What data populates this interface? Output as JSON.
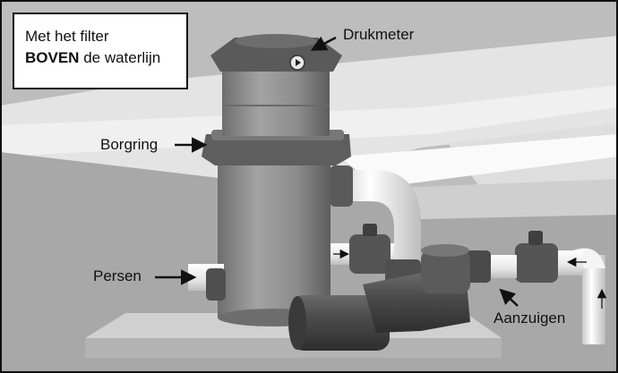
{
  "title_box": {
    "line1": "Met het filter",
    "line2_bold": "BOVEN",
    "line2_rest": " de waterlijn"
  },
  "labels": {
    "drukmeter": "Drukmeter",
    "borgring": "Borgring",
    "persen": "Persen",
    "aanzuigen": "Aanzuigen"
  },
  "colors": {
    "frame": "#111111",
    "deck": "#d9d9d9",
    "filter_body": "#8a8a8a",
    "pump": "#4a4a4a",
    "pipe": "#f2f2f2"
  }
}
